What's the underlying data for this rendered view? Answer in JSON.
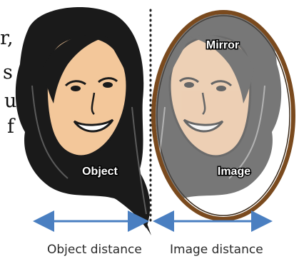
{
  "labels": {
    "object": "Object",
    "mirror": "Mirror",
    "image": "Image"
  },
  "captions": {
    "object_distance": "Object distance",
    "image_distance": "Image distance"
  },
  "text_fragments": [
    "r,",
    "s",
    "u",
    "f"
  ],
  "colors": {
    "arrow": "#4a7fc1",
    "mirror_frame": "#7a4a1e",
    "skin": "#f3c79a",
    "hair": "#1a1a1a",
    "dotted_line": "#222222"
  },
  "icons": [
    "object-face-icon",
    "image-face-icon",
    "mirror-frame-icon",
    "distance-arrow-icon"
  ]
}
